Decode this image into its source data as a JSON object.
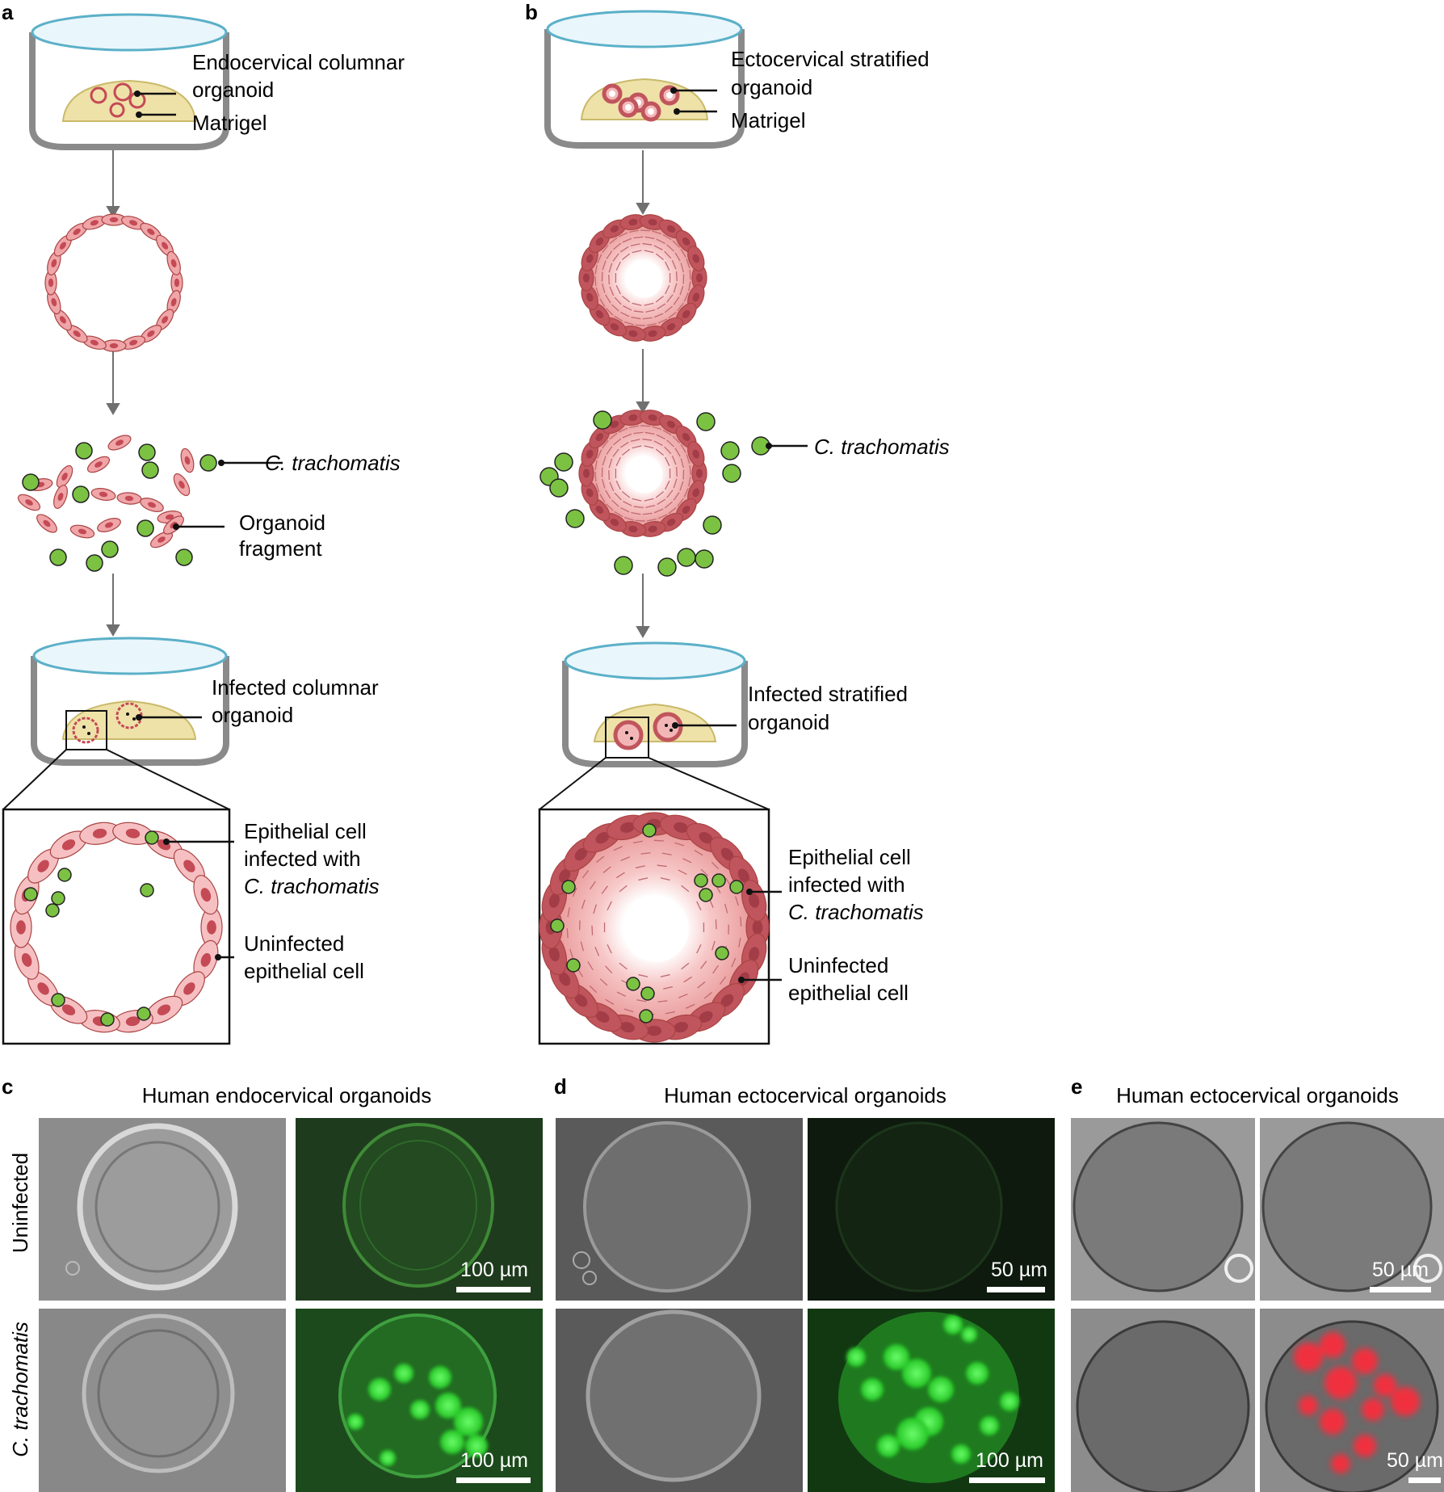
{
  "panels": {
    "a": {
      "letter": "a",
      "dish_label_1": "Endocervical columnar",
      "dish_label_2": "organoid",
      "matrigel": "Matrigel",
      "bacteria": "C. trachomatis",
      "fragment_1": "Organoid",
      "fragment_2": "fragment",
      "infected_1": "Infected columnar",
      "infected_2": "organoid",
      "epi_infected_1": "Epithelial cell",
      "epi_infected_2": "infected with",
      "epi_infected_3": "C. trachomatis",
      "uninfected_1": "Uninfected",
      "uninfected_2": "epithelial cell"
    },
    "b": {
      "letter": "b",
      "dish_label_1": "Ectocervical stratified",
      "dish_label_2": "organoid",
      "matrigel": "Matrigel",
      "bacteria": "C. trachomatis",
      "infected_1": "Infected stratified",
      "infected_2": "organoid",
      "epi_infected_1": "Epithelial cell",
      "epi_infected_2": "infected with",
      "epi_infected_3": "C. trachomatis",
      "uninfected_1": "Uninfected",
      "uninfected_2": "epithelial cell"
    },
    "c": {
      "letter": "c",
      "title": "Human endocervical organoids",
      "scale_top": "100 µm",
      "scale_bottom": "100 µm"
    },
    "d": {
      "letter": "d",
      "title": "Human ectocervical organoids",
      "scale_top": "50 µm",
      "scale_bottom": "100 µm"
    },
    "e": {
      "letter": "e",
      "title": "Human ectocervical organoids",
      "scale_top": "50 µm",
      "scale_bottom": "50 µm"
    }
  },
  "rows": {
    "uninfected": "Uninfected",
    "infected": "C. trachomatis"
  },
  "colors": {
    "cell_light": "#f0a5a8",
    "cell_dark": "#c0555d",
    "nucleus": "#c44a55",
    "bacteria": "#7cc242",
    "matrigel": "#efe2a8",
    "dish_rim": "#5bb0c8",
    "gfp": "#22c822",
    "red_stain": "#ff2a3a"
  }
}
